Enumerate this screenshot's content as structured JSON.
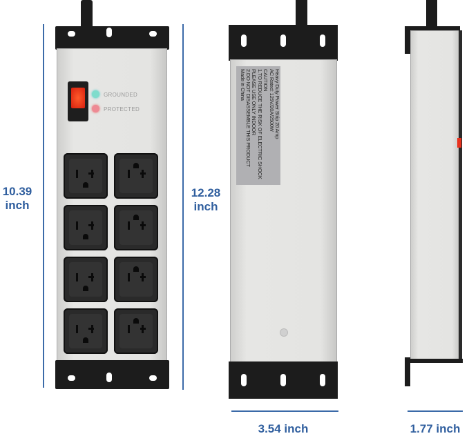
{
  "front_view": {
    "indicators": [
      "GROUNDED",
      "PROTECTED"
    ],
    "outlet_count": 8,
    "height_label": "10.39 inch",
    "overall_height_label": "12.28 inch"
  },
  "back_view": {
    "label_lines": [
      "Heavy Duty Power Strip 20 Amp",
      "AC Rated: 125V/20A/2500W",
      "CAUTION",
      "1.TO REDUCE THE RISK OF ELECTRIC SHOCK",
      "PLEASE USE ONLY INDOOR",
      "2.DO NOT DISASSEMBLE THIS PRODUCT",
      "Made in China"
    ],
    "width_label": "3.54 inch"
  },
  "side_view": {
    "depth_label": "1.77 inch"
  },
  "colors": {
    "dimension": "#3b6aa8",
    "switch": "#e8321e",
    "grounded_led": "#5fd0c0",
    "protected_led": "#e06a78"
  }
}
